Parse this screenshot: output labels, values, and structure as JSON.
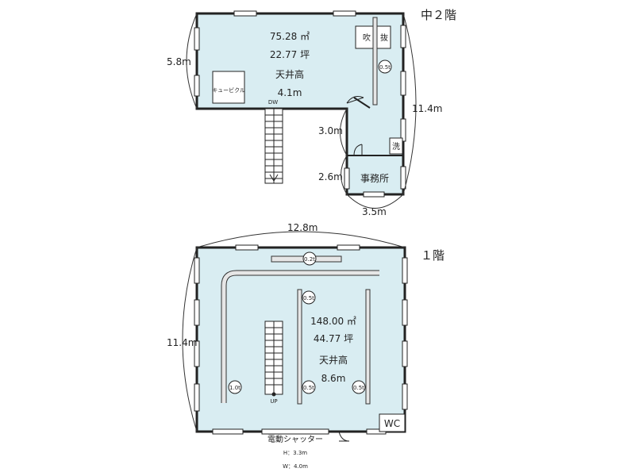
{
  "mezzanine": {
    "title": "中２階",
    "area_m2": "75.28 ㎡",
    "area_tsubo": "22.77 坪",
    "ceiling_label": "天井高",
    "ceiling_height": "4.1m",
    "dim_left": "5.8m",
    "dim_right": "11.4m",
    "dim_stair": "3.0m",
    "dim_office": "2.6m",
    "dim_bottom": "3.5m",
    "cubicle": "キュービクル",
    "dw": "DW",
    "void_1": "吹",
    "void_2": "抜",
    "crane": "0.5t",
    "wash": "洗",
    "office": "事務所"
  },
  "ground": {
    "title": "１階",
    "area_m2": "148.00 ㎡",
    "area_tsubo": "44.77 坪",
    "ceiling_label": "天井高",
    "ceiling_height": "8.6m",
    "dim_top": "12.8m",
    "dim_left": "11.4m",
    "crane_top": "0.2t",
    "crane_mid": "0.5t",
    "crane_left": "1.0t",
    "crane_center": "0.5t",
    "crane_right": "0.5t",
    "up": "UP",
    "wc": "WC",
    "shutter": "電動シャッター",
    "shutter_h": "H：3.3m",
    "shutter_w": "W：4.0m"
  }
}
